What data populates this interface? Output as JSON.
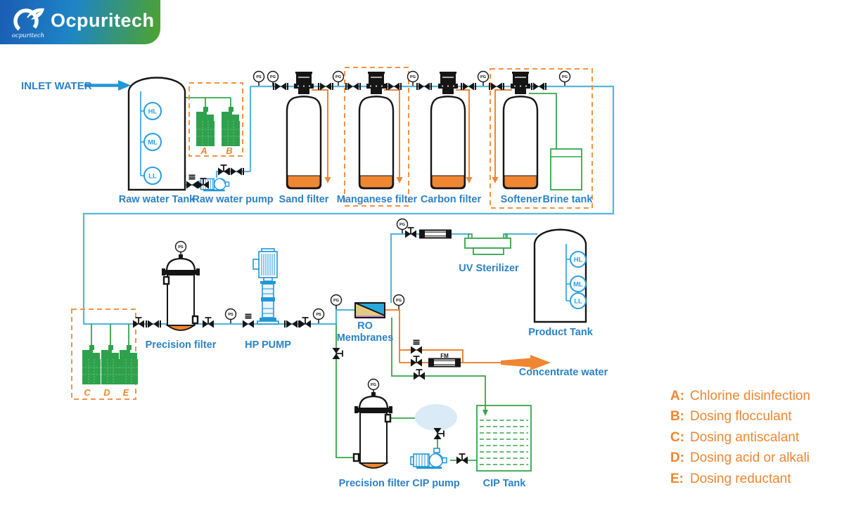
{
  "logo": {
    "brand": "Ocpuritech",
    "script": "ocpuritech"
  },
  "inlet": {
    "label": "INLET WATER"
  },
  "levels": {
    "high": "HL",
    "mid": "ML",
    "low": "LL"
  },
  "glyphs": {
    "ps": "PS",
    "pg": "PG",
    "fm": "FM"
  },
  "dosing_points": {
    "a": "A",
    "b": "B",
    "c": "C",
    "d": "D",
    "e": "E"
  },
  "labels": {
    "raw_water_tank": "Raw water Tank",
    "raw_water_pump": "Raw water pump",
    "sand_filter": "Sand filter",
    "manganese_filter": "Manganese filter",
    "carbon_filter": "Carbon filter",
    "softener": "Softener",
    "brine_tank": "Brine tank",
    "precision_filter_1": "Precision filter",
    "hp_pump": "HP PUMP",
    "ro_line1": "RO",
    "ro_line2": "Membranes",
    "uv_sterilizer": "UV Sterilizer",
    "product_tank": "Product Tank",
    "concentrate_water": "Concentrate water",
    "precision_filter_2": "Precision filter",
    "cip_pump": "CIP pump",
    "cip_tank": "CIP Tank"
  },
  "legend": {
    "items": [
      {
        "key": "A:",
        "text": "Chlorine disinfection"
      },
      {
        "key": "B:",
        "text": "Dosing flocculant"
      },
      {
        "key": "C:",
        "text": "Dosing antiscalant"
      },
      {
        "key": "D:",
        "text": "Dosing acid or alkali"
      },
      {
        "key": "E:",
        "text": "Dosing reductant"
      }
    ]
  },
  "colors": {
    "pipe_water": "#55b7dc",
    "pipe_dosing": "#33a64c",
    "pipe_backwash": "#ef8632",
    "label_blue": "#2b82c8",
    "component_blue": "#2196d8",
    "legend_orange": "#ef8632"
  }
}
